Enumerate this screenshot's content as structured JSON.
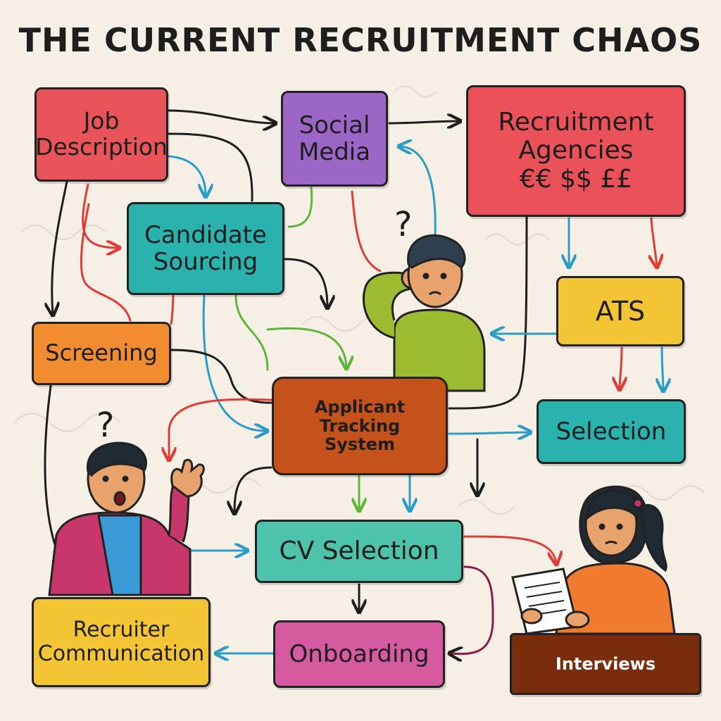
{
  "title": "THE CURRENT RECRUITMENT CHAOS",
  "colors": {
    "background": "#f6efe6",
    "job_description": "#e8545a",
    "social_media": "#9b66c5",
    "recruitment_agencies": "#ea5159",
    "candidate_sourcing": "#2ab3ae",
    "ats": "#f3c534",
    "screening": "#f28c30",
    "applicant_tracking_system": "#c4521a",
    "selection": "#2ab3ae",
    "cv_selection": "#4cc3aa",
    "recruiter_communication": "#f3c534",
    "onboarding": "#d55aa0",
    "interviews": "#7a2d0c",
    "arrow_black": "#1e1e1e",
    "arrow_blue": "#2b9cc6",
    "arrow_red": "#e23b36",
    "arrow_green": "#5db53a"
  },
  "nodes": {
    "job_description": {
      "line1": "Job",
      "line2": "Description"
    },
    "social_media": {
      "line1": "Social",
      "line2": "Media"
    },
    "recruitment_agencies": {
      "line1": "Recruitment",
      "line2": "Agencies",
      "line3": "€€ $$ ££"
    },
    "candidate_sourcing": {
      "line1": "Candidate",
      "line2": "Sourcing"
    },
    "ats": {
      "label": "ATS"
    },
    "screening": {
      "label": "Screening"
    },
    "applicant_tracking_system": {
      "line1": "Applicant",
      "line2": "Tracking",
      "line3": "System"
    },
    "selection": {
      "label": "Selection"
    },
    "cv_selection": {
      "label": "CV Selection"
    },
    "recruiter_communication": {
      "line1": "Recruiter",
      "line2": "Communication"
    },
    "onboarding": {
      "label": "Onboarding"
    },
    "interviews": {
      "label": "Interviews"
    }
  },
  "people": {
    "confused_man_question": "?",
    "recruiter_question": "?"
  },
  "icons": [
    "confused-man-figure",
    "shocked-recruiter-figure",
    "worried-woman-with-paper-figure",
    "question-mark-icon"
  ]
}
